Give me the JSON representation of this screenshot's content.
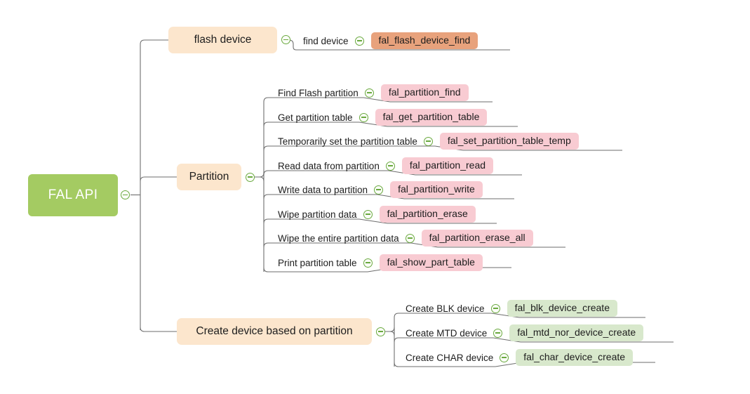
{
  "diagram": {
    "title": "FAL API",
    "type": "mind-map",
    "colors": {
      "root_fill": "#a4cb62",
      "root_text": "#ffffff",
      "branch_fill": "#fce6cd",
      "badge_pink": "#f8cbd2",
      "badge_orange": "#e8a27c",
      "badge_green": "#d8e8cc",
      "connector": "#6e6e6e",
      "toggle_stroke": "#6aa93f"
    },
    "toggle_icon": "minus-circle-collapse-icon"
  },
  "root": {
    "label": "FAL API"
  },
  "branches": [
    {
      "id": "flash-device",
      "label": "flash device",
      "children": [
        {
          "label": "find device",
          "api": "fal_flash_device_find",
          "badge": "orange"
        }
      ]
    },
    {
      "id": "partition",
      "label": "Partition",
      "children": [
        {
          "label": "Find Flash partition",
          "api": "fal_partition_find",
          "badge": "pink"
        },
        {
          "label": "Get partition table",
          "api": "fal_get_partition_table",
          "badge": "pink"
        },
        {
          "label": "Temporarily set the partition table",
          "api": "fal_set_partition_table_temp",
          "badge": "pink"
        },
        {
          "label": "Read data from partition",
          "api": "fal_partition_read",
          "badge": "pink"
        },
        {
          "label": "Write data to partition",
          "api": "fal_partition_write",
          "badge": "pink"
        },
        {
          "label": "Wipe partition data",
          "api": "fal_partition_erase",
          "badge": "pink"
        },
        {
          "label": "Wipe the entire partition data",
          "api": "fal_partition_erase_all",
          "badge": "pink"
        },
        {
          "label": "Print partition table",
          "api": "fal_show_part_table",
          "badge": "pink"
        }
      ]
    },
    {
      "id": "create-device",
      "label": "Create device based on partition",
      "children": [
        {
          "label": "Create BLK device",
          "api": "fal_blk_device_create",
          "badge": "green"
        },
        {
          "label": "Create MTD device",
          "api": "fal_mtd_nor_device_create",
          "badge": "green"
        },
        {
          "label": "Create CHAR device",
          "api": "fal_char_device_create",
          "badge": "green"
        }
      ]
    }
  ]
}
